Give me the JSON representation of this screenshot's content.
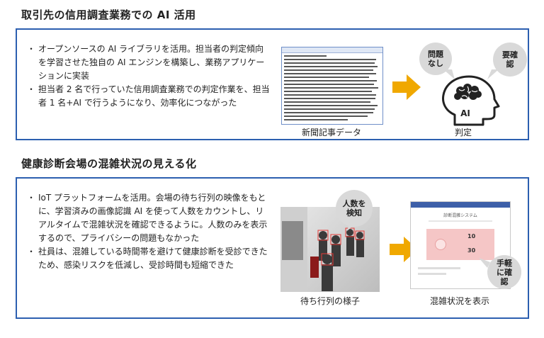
{
  "section1": {
    "title": "取引先の信用調査業務での AI 活用",
    "bullets": [
      "オープンソースの AI ライブラリを活用。担当者の判定傾向を学習させた独自の AI エンジンを構築し、業務アプリケーションに実装",
      "担当者 2 名で行っていた信用調査業務での判定作業を、担当者 1 名+AI で行うようになり、効率化につながった"
    ],
    "news_caption": "新聞記事データ",
    "judge_caption": "判定",
    "bubble_ok": "問題なし",
    "bubble_check": "要確認",
    "ai_label": "AI"
  },
  "section2": {
    "title": "健康診断会場の混雑状況の見える化",
    "bullets": [
      "IoT プラットフォームを活用。会場の待ち行列の映像をもとに、学習済みの画像認識 AI を使って人数をカウントし、リアルタイムで混雑状況を確認できるように。人数のみを表示するので、プライバシーの問題もなかった",
      "社員は、混雑している時間帯を避けて健康診断を受診できたため、感染リスクを低減し、受診時間も短縮できた"
    ],
    "queue_caption": "待ち行列の様子",
    "display_caption": "混雑状況を表示",
    "bubble_count": "人数を検知",
    "bubble_easy": "手軽に確認",
    "screen_title": "診断混雑システム",
    "value_a": "10",
    "value_b": "30"
  },
  "colors": {
    "border": "#2c5fb0",
    "arrow": "#f0a800",
    "bubble": "#d9d9d9"
  }
}
